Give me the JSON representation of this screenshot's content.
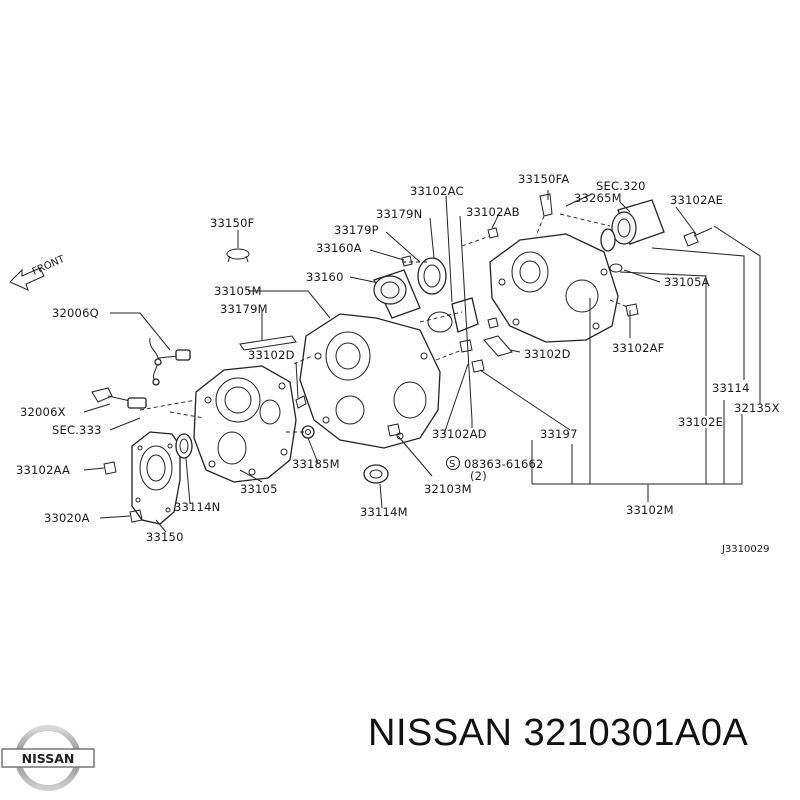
{
  "diagram": {
    "direction_label": "FRONT",
    "reference_code": "J3310029",
    "labels": [
      "33150FA",
      "SEC.320",
      "33102AC",
      "33265M",
      "33102AE",
      "33179N",
      "33102AB",
      "33150F",
      "33179P",
      "33160A",
      "33160",
      "33105A",
      "33105M",
      "33179M",
      "32006Q",
      "33102AF",
      "33102D",
      "33102D",
      "33114",
      "32135X",
      "32006X",
      "SEC.333",
      "33102AD",
      "33197",
      "33102E",
      "33102AA",
      "33185M",
      "08363-61662",
      "(2)",
      "33105",
      "32103M",
      "33114N",
      "33020A",
      "33114M",
      "33102M",
      "33150"
    ],
    "bolt_symbol": "S"
  },
  "footer": {
    "title": "NISSAN 3210301A0A",
    "logo_text": "NISSAN"
  },
  "colors": {
    "ink": "#222222",
    "background": "#ffffff"
  }
}
